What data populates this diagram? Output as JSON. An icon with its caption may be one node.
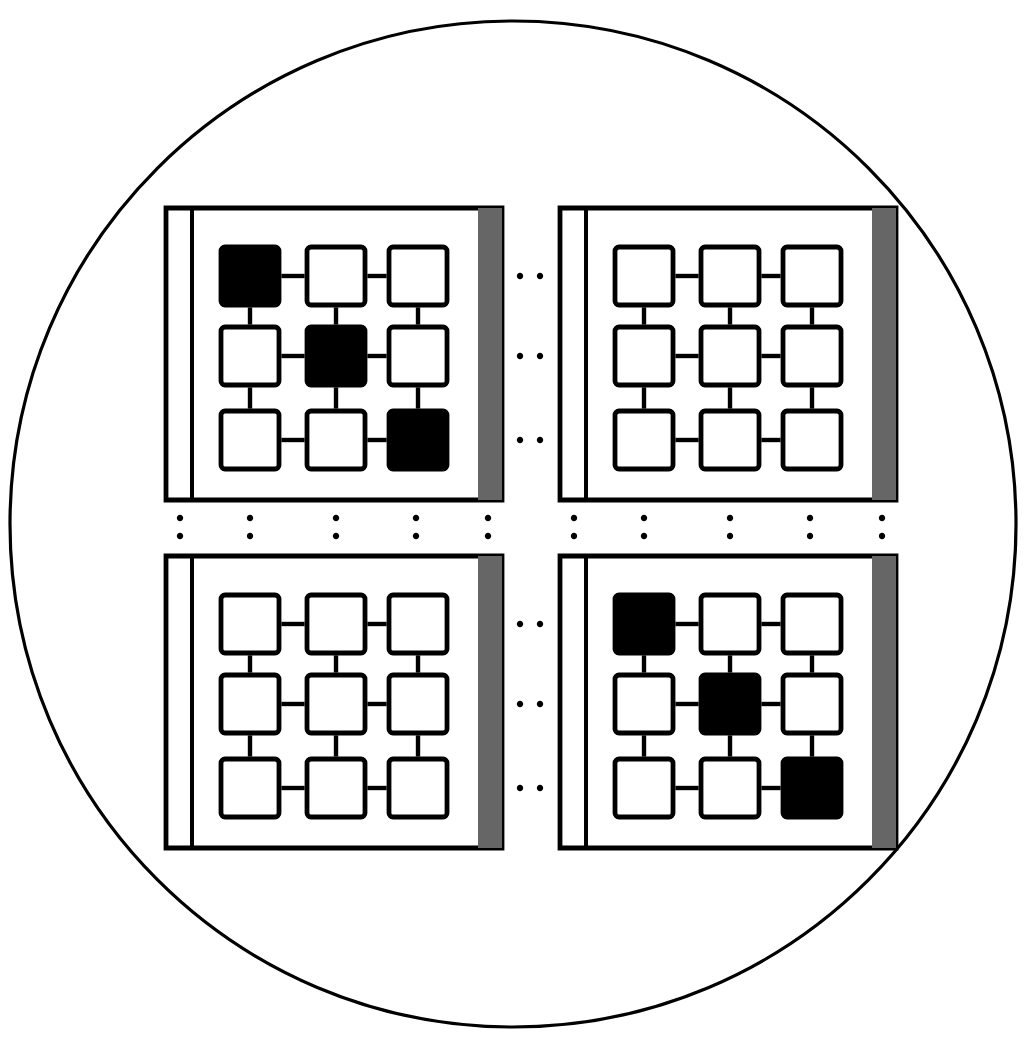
{
  "diagram": {
    "nodes": [
      {
        "text": [],
        "shape": "circle"
      },
      {
        "text": [],
        "shape": "box",
        "in": 0
      },
      {
        "text": [],
        "shape": "box",
        "in": 0
      },
      {
        "text": [],
        "shape": "box",
        "in": 0
      },
      {
        "text": [],
        "shape": "box",
        "in": 0
      },
      {
        "text": [],
        "shape": "block",
        "in": 1
      },
      {
        "text": [],
        "shape": "box",
        "in": 1
      },
      {
        "text": [],
        "shape": "box",
        "in": 1
      },
      {
        "text": [],
        "shape": "box",
        "in": 1
      },
      {
        "text": [],
        "shape": "block",
        "in": 1
      },
      {
        "text": [],
        "shape": "box",
        "in": 1
      },
      {
        "text": [],
        "shape": "box",
        "in": 1
      },
      {
        "text": [],
        "shape": "box",
        "in": 1
      },
      {
        "text": [],
        "shape": "block",
        "in": 1
      },
      {
        "text": [],
        "shape": "box",
        "in": 2
      },
      {
        "text": [],
        "shape": "box",
        "in": 2
      },
      {
        "text": [],
        "shape": "box",
        "in": 2
      },
      {
        "text": [],
        "shape": "box",
        "in": 2
      },
      {
        "text": [],
        "shape": "box",
        "in": 2
      },
      {
        "text": [],
        "shape": "box",
        "in": 2
      },
      {
        "text": [],
        "shape": "box",
        "in": 2
      },
      {
        "text": [],
        "shape": "box",
        "in": 2
      },
      {
        "text": [],
        "shape": "box",
        "in": 2
      },
      {
        "text": [],
        "shape": "box",
        "in": 3
      },
      {
        "text": [],
        "shape": "box",
        "in": 3
      },
      {
        "text": [],
        "shape": "box",
        "in": 3
      },
      {
        "text": [],
        "shape": "box",
        "in": 3
      },
      {
        "text": [],
        "shape": "box",
        "in": 3
      },
      {
        "text": [],
        "shape": "box",
        "in": 3
      },
      {
        "text": [],
        "shape": "box",
        "in": 3
      },
      {
        "text": [],
        "shape": "box",
        "in": 3
      },
      {
        "text": [],
        "shape": "box",
        "in": 3
      },
      {
        "text": [],
        "shape": "block",
        "in": 4
      },
      {
        "text": [],
        "shape": "box",
        "in": 4
      },
      {
        "text": [],
        "shape": "box",
        "in": 4
      },
      {
        "text": [],
        "shape": "box",
        "in": 4
      },
      {
        "text": [],
        "shape": "block",
        "in": 4
      },
      {
        "text": [],
        "shape": "box",
        "in": 4
      },
      {
        "text": [],
        "shape": "box",
        "in": 4
      },
      {
        "text": [],
        "shape": "box",
        "in": 4
      },
      {
        "text": [],
        "shape": "block",
        "in": 4
      }
    ],
    "edges": [
      {
        "from": 5,
        "to": 6,
        "arrow": "none"
      },
      {
        "from": 6,
        "to": 7,
        "arrow": "none"
      },
      {
        "from": 8,
        "to": 9,
        "arrow": "none"
      },
      {
        "from": 9,
        "to": 10,
        "arrow": "none"
      },
      {
        "from": 11,
        "to": 12,
        "arrow": "none"
      },
      {
        "from": 12,
        "to": 13,
        "arrow": "none"
      },
      {
        "from": 5,
        "to": 8,
        "arrow": "none"
      },
      {
        "from": 8,
        "to": 11,
        "arrow": "none"
      },
      {
        "from": 6,
        "to": 9,
        "arrow": "none"
      },
      {
        "from": 9,
        "to": 12,
        "arrow": "none"
      },
      {
        "from": 7,
        "to": 10,
        "arrow": "none"
      },
      {
        "from": 10,
        "to": 13,
        "arrow": "none"
      },
      {
        "from": 14,
        "to": 15,
        "arrow": "none"
      },
      {
        "from": 15,
        "to": 16,
        "arrow": "none"
      },
      {
        "from": 17,
        "to": 18,
        "arrow": "none"
      },
      {
        "from": 18,
        "to": 19,
        "arrow": "none"
      },
      {
        "from": 20,
        "to": 21,
        "arrow": "none"
      },
      {
        "from": 21,
        "to": 22,
        "arrow": "none"
      },
      {
        "from": 14,
        "to": 17,
        "arrow": "none"
      },
      {
        "from": 17,
        "to": 20,
        "arrow": "none"
      },
      {
        "from": 15,
        "to": 18,
        "arrow": "none"
      },
      {
        "from": 18,
        "to": 21,
        "arrow": "none"
      },
      {
        "from": 16,
        "to": 19,
        "arrow": "none"
      },
      {
        "from": 19,
        "to": 22,
        "arrow": "none"
      },
      {
        "from": 23,
        "to": 24,
        "arrow": "none"
      },
      {
        "from": 24,
        "to": 25,
        "arrow": "none"
      },
      {
        "from": 26,
        "to": 27,
        "arrow": "none"
      },
      {
        "from": 27,
        "to": 28,
        "arrow": "none"
      },
      {
        "from": 29,
        "to": 30,
        "arrow": "none"
      },
      {
        "from": 30,
        "to": 31,
        "arrow": "none"
      },
      {
        "from": 23,
        "to": 26,
        "arrow": "none"
      },
      {
        "from": 26,
        "to": 29,
        "arrow": "none"
      },
      {
        "from": 24,
        "to": 27,
        "arrow": "none"
      },
      {
        "from": 27,
        "to": 30,
        "arrow": "none"
      },
      {
        "from": 25,
        "to": 28,
        "arrow": "none"
      },
      {
        "from": 28,
        "to": 31,
        "arrow": "none"
      },
      {
        "from": 32,
        "to": 33,
        "arrow": "none"
      },
      {
        "from": 33,
        "to": 34,
        "arrow": "none"
      },
      {
        "from": 35,
        "to": 36,
        "arrow": "none"
      },
      {
        "from": 36,
        "to": 37,
        "arrow": "none"
      },
      {
        "from": 38,
        "to": 39,
        "arrow": "none"
      },
      {
        "from": 39,
        "to": 40,
        "arrow": "none"
      },
      {
        "from": 32,
        "to": 35,
        "arrow": "none"
      },
      {
        "from": 35,
        "to": 38,
        "arrow": "none"
      },
      {
        "from": 33,
        "to": 36,
        "arrow": "none"
      },
      {
        "from": 36,
        "to": 39,
        "arrow": "none"
      },
      {
        "from": 34,
        "to": 37,
        "arrow": "none"
      },
      {
        "from": 37,
        "to": 40,
        "arrow": "none"
      }
    ]
  }
}
